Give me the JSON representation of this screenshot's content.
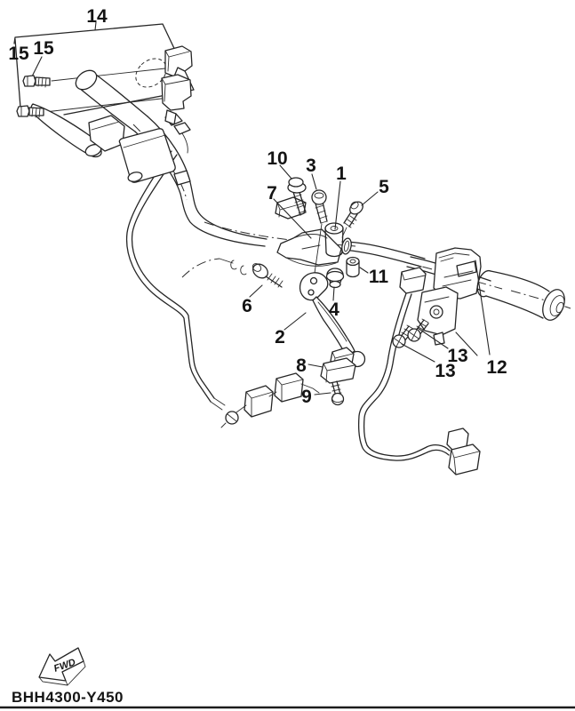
{
  "diagram": {
    "part_code": "BHH4300-Y450",
    "fwd_label": "FWD",
    "callouts": {
      "n1": "1",
      "n2": "2",
      "n3": "3",
      "n4": "4",
      "n5": "5",
      "n6": "6",
      "n7": "7",
      "n8": "8",
      "n9": "9",
      "n10": "10",
      "n11": "11",
      "n12": "12",
      "n13a": "13",
      "n13b": "13",
      "n14": "14",
      "n15a": "15",
      "n15b": "15"
    }
  }
}
